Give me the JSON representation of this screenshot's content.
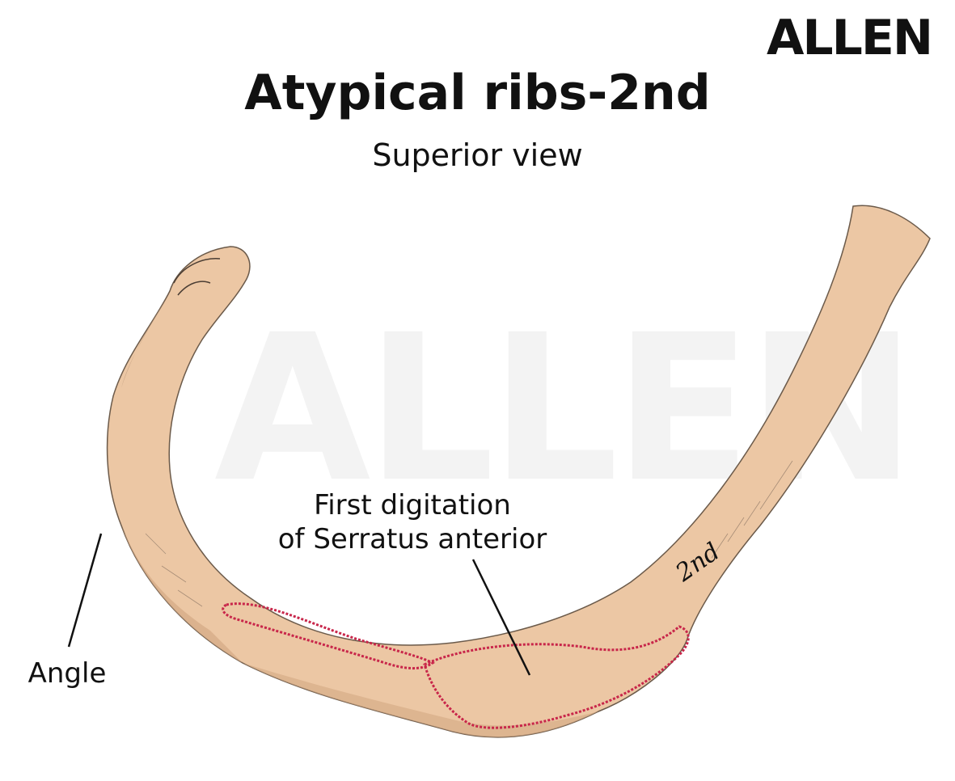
{
  "branding": {
    "logo_text": "ALLEN",
    "watermark_text": "ALLEN"
  },
  "header": {
    "title": "Atypical ribs-2nd",
    "subtitle": "Superior view"
  },
  "labels": {
    "digitation_line1": "First digitation",
    "digitation_line2": "of Serratus anterior",
    "angle": "Angle",
    "rib_number": "2nd"
  },
  "colors": {
    "bone": "#ecc7a4",
    "bone_shadow": "#d4a984",
    "muscle_outline": "#c8264a",
    "text": "#111111",
    "watermark": "#f3f3f3"
  }
}
